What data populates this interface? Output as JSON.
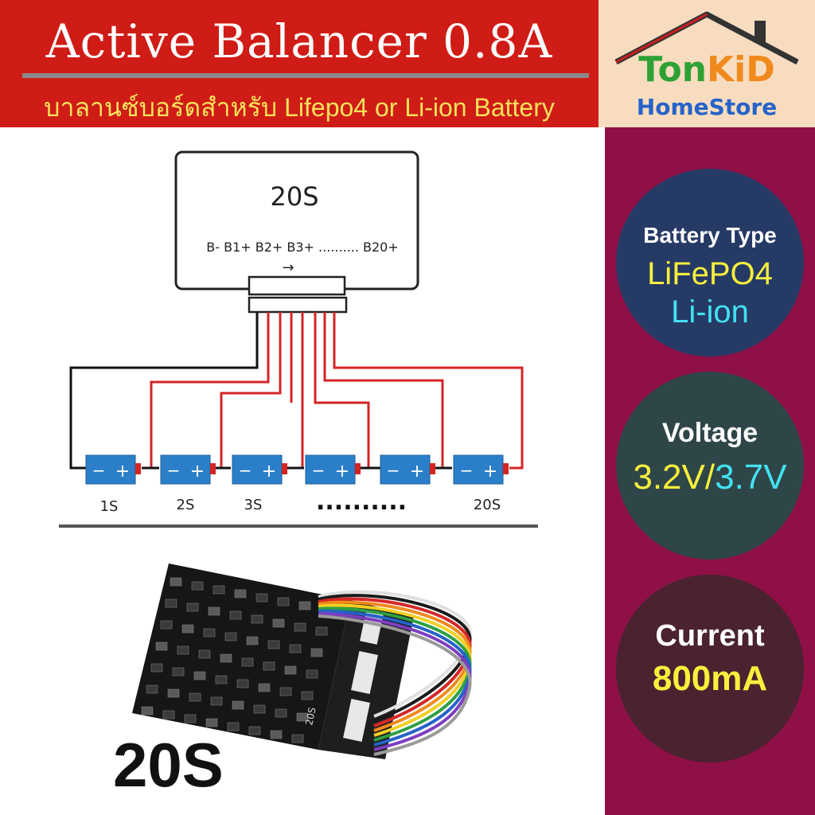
{
  "header": {
    "title": "Active Balancer 0.8A",
    "subtitle": "บาลานซ์บอร์ดสำหรับ Lifepo4 or Li-ion Battery"
  },
  "logo": {
    "ton": "Ton",
    "kid": "KiD",
    "store": "HomeStore"
  },
  "diagram": {
    "board_label": "20S",
    "pins_label": "B- B1+ B2+ B3+ .......... B20+",
    "arrow": "→",
    "cell_minus": "−",
    "cell_plus": "+",
    "cell_labels": [
      "1S",
      "2S",
      "3S",
      "20S"
    ],
    "ellipsis": "..........",
    "colors": {
      "positive_wire": "#d42424",
      "negative_wire": "#111111",
      "cell": "#2b7fc9",
      "terminal": "#d42424"
    }
  },
  "product": {
    "model_label": "20S",
    "board_silk": "20S"
  },
  "specs": [
    {
      "label": "Battery Type",
      "line1": "LiFePO4",
      "line2": "Li-ion"
    },
    {
      "label": "Voltage",
      "value_a": "3.2V/",
      "value_b": "3.7V"
    },
    {
      "label": "Current",
      "value": "800mA"
    }
  ],
  "colors": {
    "header_red": "#d01c16",
    "panel_magenta": "#8f1046",
    "accent_yellow": "#f8f03c",
    "accent_cyan": "#42e2f2"
  }
}
